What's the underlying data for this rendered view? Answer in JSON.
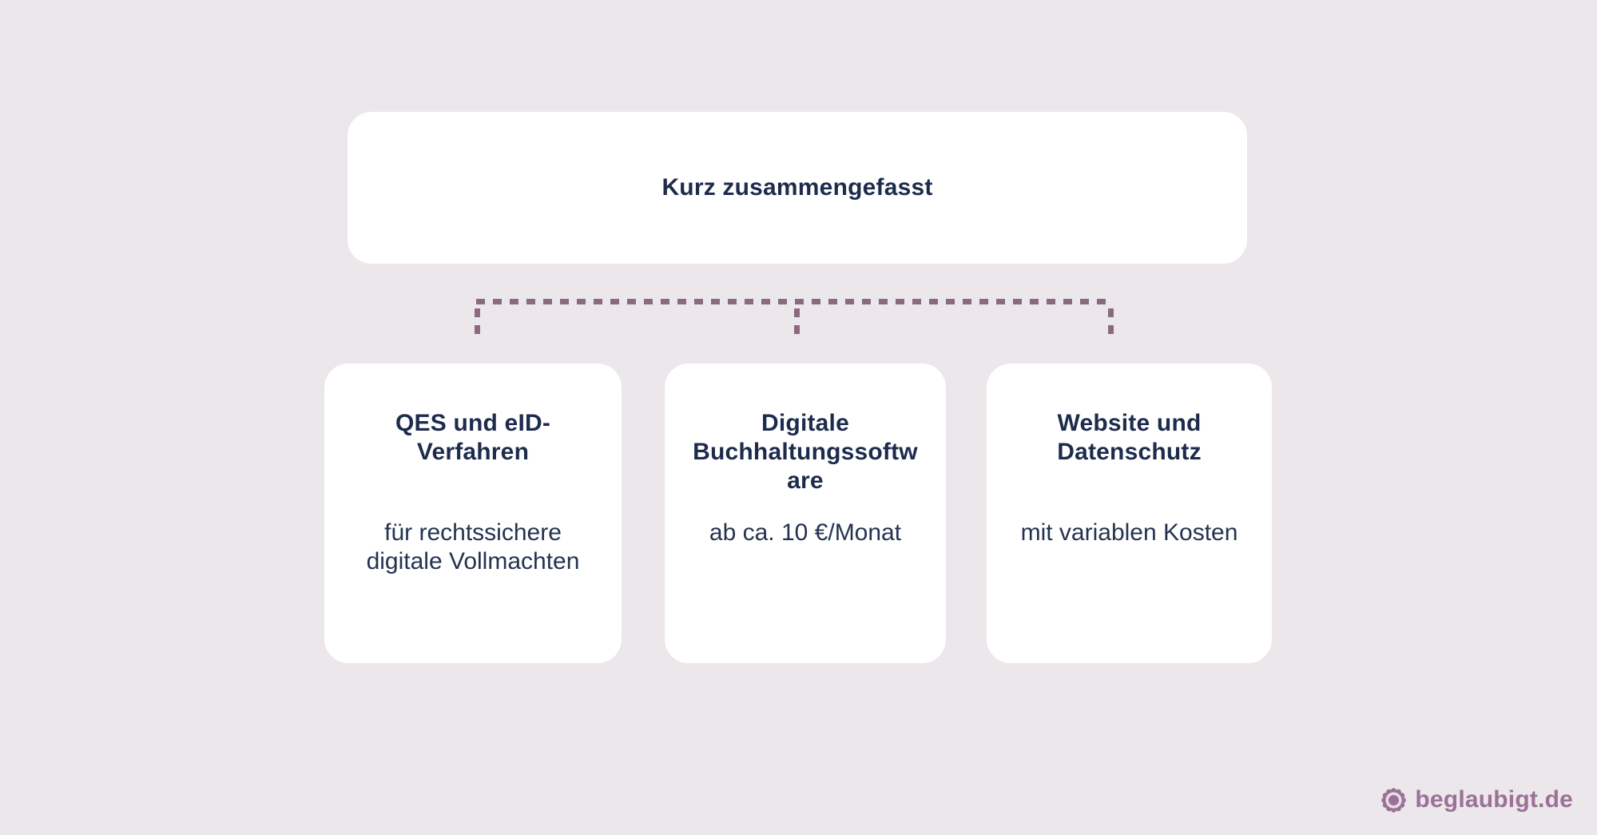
{
  "header": {
    "title": "Kurz zusammengefasst"
  },
  "connector": {
    "style": "dashed",
    "branches": 3
  },
  "cards": [
    {
      "title": "QES und eID-Verfahren",
      "title_lines": [
        "QES und eID-",
        "Verfahren"
      ],
      "body": "für rechtssichere digitale Vollmachten",
      "body_lines": [
        "für rechtssichere",
        "digitale Vollmachten"
      ]
    },
    {
      "title": "Digitale Buchhaltungssoftware",
      "title_lines": [
        "Digitale",
        "Buchhaltungssoftw",
        "are"
      ],
      "body": "ab ca. 10 €/Monat",
      "body_lines": [
        "ab ca. 10 €/Monat"
      ]
    },
    {
      "title": "Website und Datenschutz",
      "title_lines": [
        "Website und",
        "Datenschutz"
      ],
      "body": "mit variablen Kosten",
      "body_lines": [
        "mit variablen Kosten"
      ]
    }
  ],
  "footer": {
    "brand": "beglaubigt.de",
    "brand_icon": "seal-badge-icon"
  },
  "palette": {
    "background": "#ece7ea",
    "card_background": "#ffffff",
    "heading_text": "#1d2b4c",
    "body_text": "#24334f",
    "dash_line": "#8a6a80",
    "brand": "#9c7198"
  }
}
